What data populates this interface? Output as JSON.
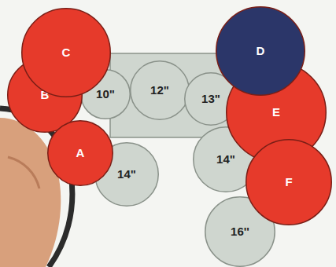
{
  "diagram": {
    "nodes": [
      {
        "text": [
          "C"
        ]
      },
      {
        "text": [
          "D"
        ]
      },
      {
        "text": [
          "B"
        ]
      },
      {
        "text": [
          "10\""
        ]
      },
      {
        "text": [
          "12\""
        ]
      },
      {
        "text": [
          "13\""
        ]
      },
      {
        "text": [
          "E"
        ]
      },
      {
        "text": [
          "A"
        ]
      },
      {
        "text": [
          "14\""
        ]
      },
      {
        "text": [
          "14\""
        ]
      },
      {
        "text": [
          "F"
        ]
      },
      {
        "text": [
          "16''"
        ]
      }
    ]
  }
}
